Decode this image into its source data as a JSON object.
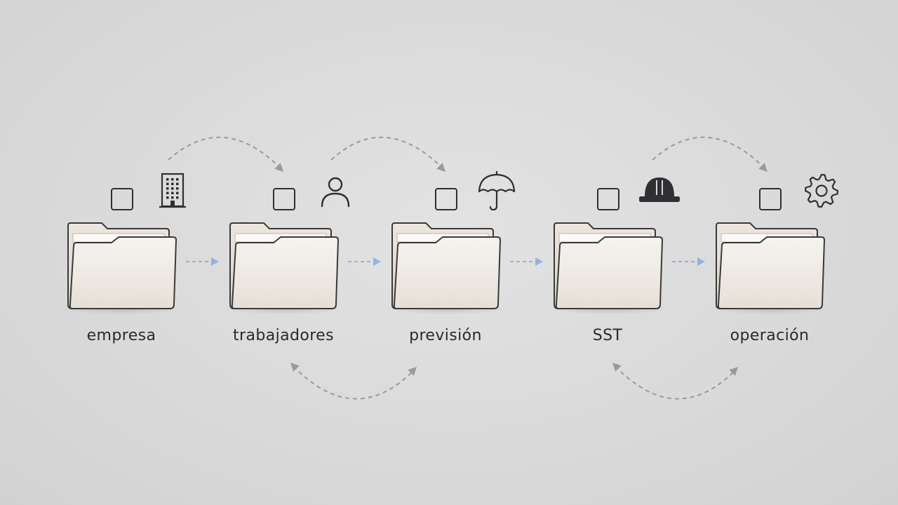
{
  "flow": {
    "folders": [
      {
        "label": "empresa",
        "icon": "building-icon",
        "selected": false
      },
      {
        "label": "trabajadores",
        "icon": "person-icon",
        "selected": false
      },
      {
        "label": "previsión",
        "icon": "umbrella-icon",
        "selected": false
      },
      {
        "label": "SST",
        "icon": "hard-hat-icon",
        "selected": false
      },
      {
        "label": "operación",
        "icon": "gear-icon",
        "selected": false
      }
    ],
    "colors": {
      "background": "#dcdcdc",
      "folder_fill": "#f2efea",
      "folder_stroke": "#3a3a3a",
      "icon": "#2f3033",
      "sequence_arrow": "#8fb3e0",
      "loop_arrow": "#9a9a9a",
      "label_text": "#2a2a2a"
    }
  }
}
